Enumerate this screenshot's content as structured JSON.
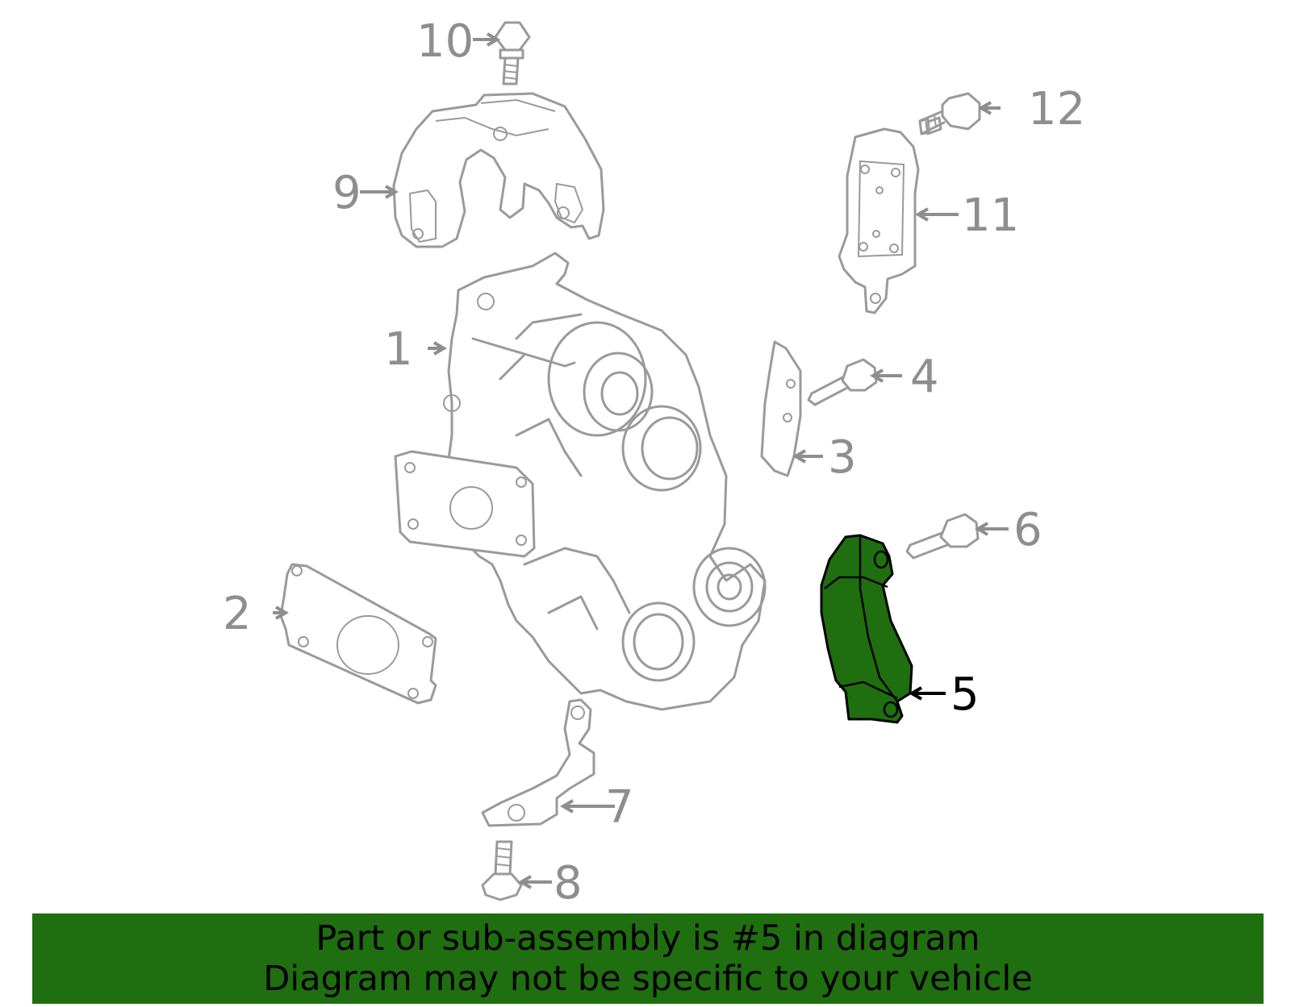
{
  "callouts": {
    "c1": "1",
    "c2": "2",
    "c3": "3",
    "c4": "4",
    "c5": "5",
    "c6": "6",
    "c7": "7",
    "c8": "8",
    "c9": "9",
    "c10": "10",
    "c11": "11",
    "c12": "12"
  },
  "highlight": {
    "part_number": "5",
    "color": "#1f6e0f"
  },
  "banner": {
    "line1": "Part or sub-assembly is #5 in diagram",
    "line2": "Diagram may not be specific to your vehicle",
    "background": "#1f6e0f"
  }
}
